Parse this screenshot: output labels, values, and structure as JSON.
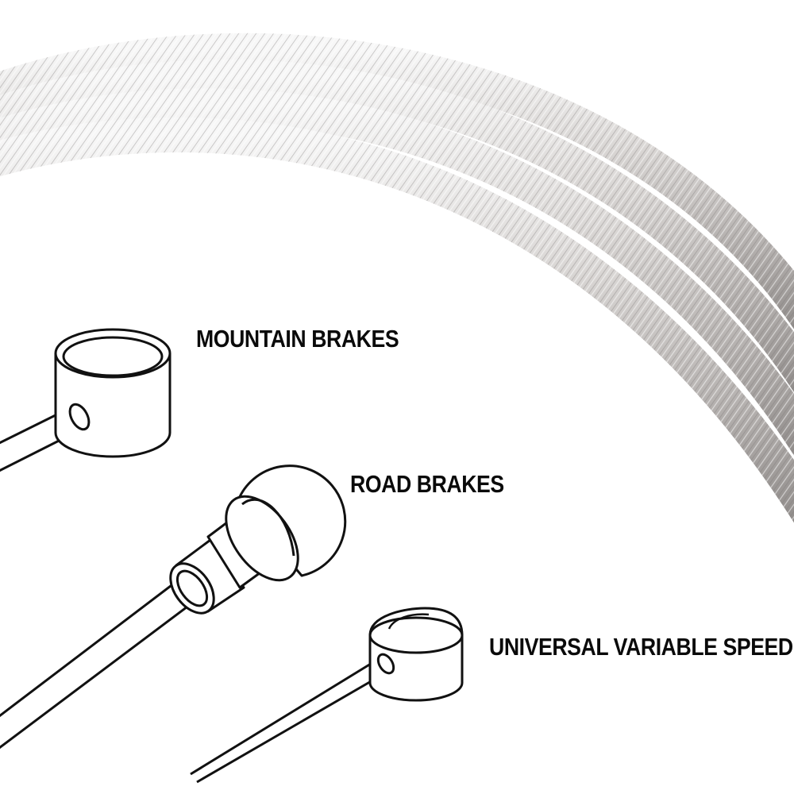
{
  "labels": {
    "mountain": "MOUNTAIN BRAKES",
    "road": "ROAD BRAKES",
    "universal": "UNIVERSAL VARIABLE SPEED"
  },
  "icons": {
    "cable_photo": "steel-wire-cable-coil",
    "mountain": "cylinder-cable-end",
    "road": "pear-head-cable-end",
    "universal": "small-barrel-cable-end"
  },
  "colors": {
    "background": "#ffffff",
    "cable_light": "#f3f3f3",
    "cable_mid": "#c9c6c4",
    "cable_dark": "#8e8a88",
    "line_art": "#111111",
    "text": "#0a0a0a"
  }
}
